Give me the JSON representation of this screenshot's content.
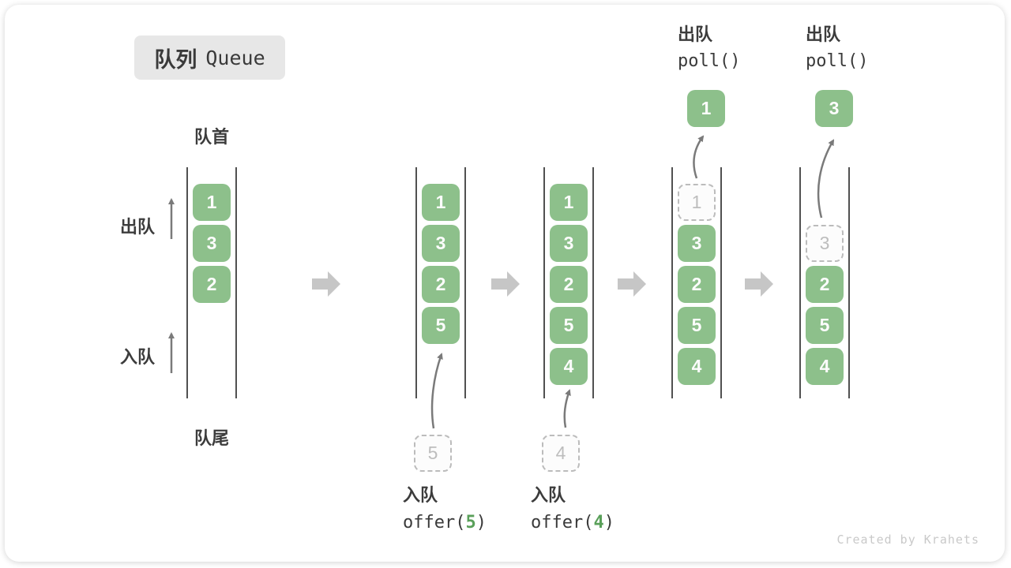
{
  "title": {
    "zh": "队列",
    "en": "Queue"
  },
  "labels": {
    "front": "队首",
    "rear": "队尾",
    "dequeue": "出队",
    "enqueue": "入队"
  },
  "watermark": "Created by Krahets",
  "colors": {
    "item_green": "#8dc08b",
    "item_text": "#fcfcfc",
    "dashed_border": "#bcbcbc",
    "dashed_text": "#bdbdbd",
    "queue_line": "#515151",
    "big_arrow": "#c6c6c6",
    "thin_arrow": "#7a7a7a",
    "title_bg": "#e7e7e7",
    "text_dark": "#3a3a3a",
    "code_value_green": "#5aa05a"
  },
  "stages": [
    {
      "slots": [
        {
          "v": "1",
          "s": "g"
        },
        {
          "v": "3",
          "s": "g"
        },
        {
          "v": "2",
          "s": "g"
        }
      ]
    },
    {
      "slots": [
        {
          "v": "1",
          "s": "g"
        },
        {
          "v": "3",
          "s": "g"
        },
        {
          "v": "2",
          "s": "g"
        },
        {
          "v": "5",
          "s": "g"
        }
      ],
      "incoming": "5",
      "caption": {
        "zh": "入队",
        "prefix": "offer(",
        "value": "5",
        "suffix": ")"
      }
    },
    {
      "slots": [
        {
          "v": "1",
          "s": "g"
        },
        {
          "v": "3",
          "s": "g"
        },
        {
          "v": "2",
          "s": "g"
        },
        {
          "v": "5",
          "s": "g"
        },
        {
          "v": "4",
          "s": "g"
        }
      ],
      "incoming": "4",
      "caption": {
        "zh": "入队",
        "prefix": "offer(",
        "value": "4",
        "suffix": ")"
      }
    },
    {
      "slots": [
        {
          "v": "1",
          "s": "d"
        },
        {
          "v": "3",
          "s": "g"
        },
        {
          "v": "2",
          "s": "g"
        },
        {
          "v": "5",
          "s": "g"
        },
        {
          "v": "4",
          "s": "g"
        }
      ],
      "outgoing": "1",
      "top": {
        "zh": "出队",
        "code": "poll()"
      }
    },
    {
      "slots": [
        {
          "s": "e"
        },
        {
          "v": "3",
          "s": "d"
        },
        {
          "v": "2",
          "s": "g"
        },
        {
          "v": "5",
          "s": "g"
        },
        {
          "v": "4",
          "s": "g"
        }
      ],
      "outgoing": "3",
      "top": {
        "zh": "出队",
        "code": "poll()"
      }
    }
  ]
}
